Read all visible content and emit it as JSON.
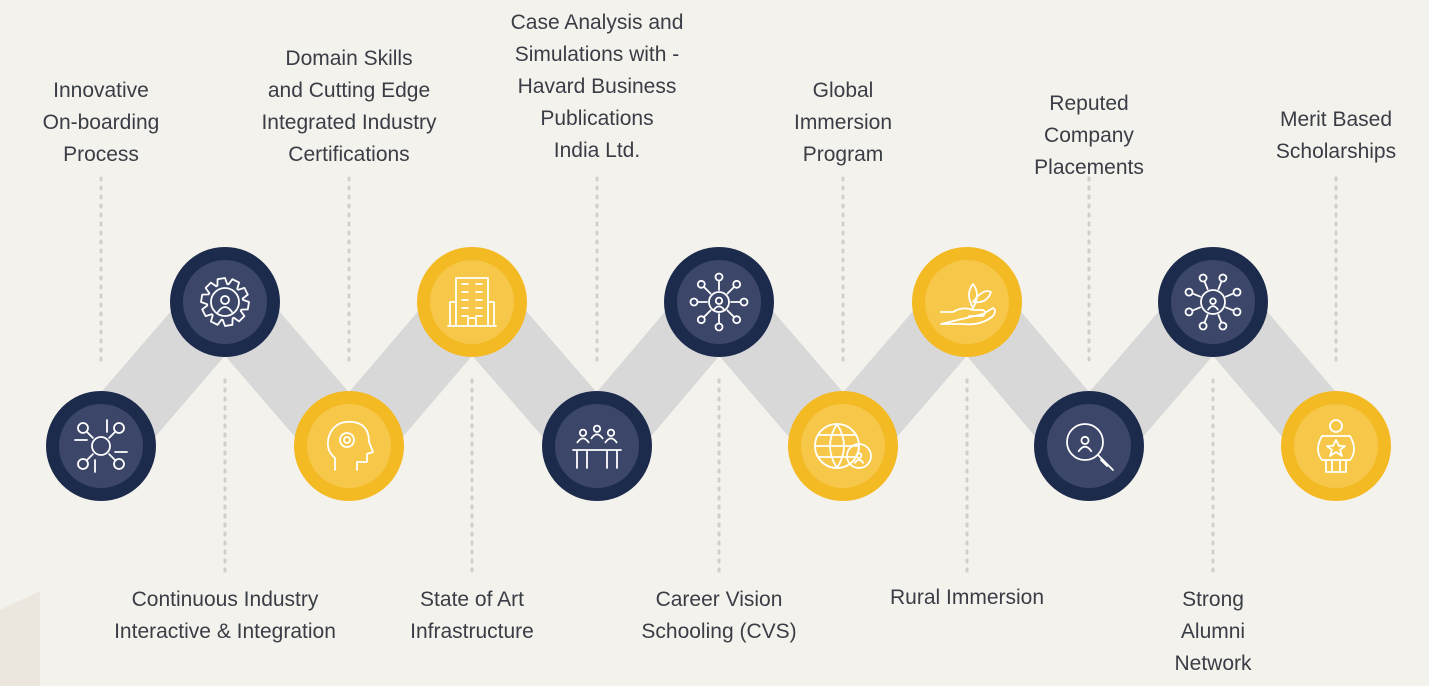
{
  "colors": {
    "background": "#f4f2ed",
    "navy": "#1c2b4c",
    "navy_inner": "#3b4668",
    "gold": "#f4ba24",
    "gold_inner": "#f7c74a",
    "connector": "#d8d8d8",
    "dots": "#cfcfcf",
    "text": "#3a3d45"
  },
  "steps": [
    {
      "label": "Innovative\nOn-boarding\nProcess",
      "icon": "network-people-icon",
      "color": "navy",
      "row": "bottom",
      "label_side": "top"
    },
    {
      "label": "Continuous Industry\nInteractive & Integration",
      "icon": "gear-person-icon",
      "color": "navy",
      "row": "top",
      "label_side": "bottom"
    },
    {
      "label": "Domain Skills\nand Cutting Edge\nIntegrated Industry\nCertifications",
      "icon": "head-gear-icon",
      "color": "gold",
      "row": "bottom",
      "label_side": "top"
    },
    {
      "label": "State of Art\nInfrastructure",
      "icon": "building-icon",
      "color": "gold",
      "row": "top",
      "label_side": "bottom"
    },
    {
      "label": "Case Analysis and\nSimulations with -\nHavard Business\nPublications\nIndia Ltd.",
      "icon": "meeting-table-icon",
      "color": "navy",
      "row": "bottom",
      "label_side": "top"
    },
    {
      "label": "Career Vision\nSchooling (CVS)",
      "icon": "person-network-icon",
      "color": "navy",
      "row": "top",
      "label_side": "bottom"
    },
    {
      "label": "Global\nImmersion\nProgram",
      "icon": "globe-person-icon",
      "color": "gold",
      "row": "bottom",
      "label_side": "top"
    },
    {
      "label": "Rural Immersion",
      "icon": "hand-plant-icon",
      "color": "gold",
      "row": "top",
      "label_side": "bottom"
    },
    {
      "label": "Reputed\nCompany\nPlacements",
      "icon": "search-person-icon",
      "color": "navy",
      "row": "bottom",
      "label_side": "top"
    },
    {
      "label": "Strong\nAlumni\nNetwork",
      "icon": "alumni-network-icon",
      "color": "navy",
      "row": "top",
      "label_side": "bottom"
    },
    {
      "label": "Merit Based\nScholarships",
      "icon": "trophy-person-icon",
      "color": "gold",
      "row": "bottom",
      "label_side": "top"
    }
  ]
}
